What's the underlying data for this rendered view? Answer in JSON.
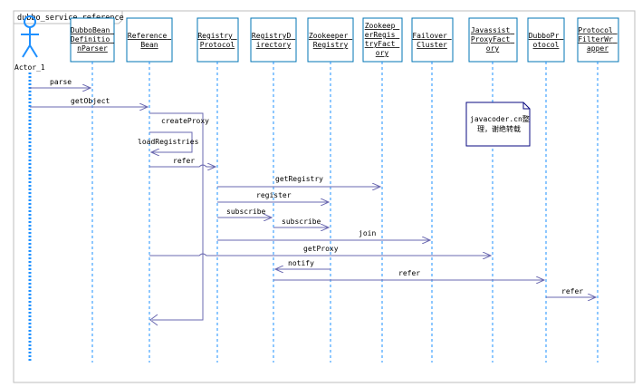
{
  "diagram": {
    "title": "dubbo_service_reference",
    "actor": {
      "label": "Actor_1"
    },
    "lifelines": [
      {
        "id": "parser",
        "lines": [
          "DubboBean",
          "Definitio",
          "nParser"
        ]
      },
      {
        "id": "refbean",
        "lines": [
          "Reference",
          "Bean"
        ]
      },
      {
        "id": "regproto",
        "lines": [
          "Registry",
          "Protocol"
        ]
      },
      {
        "id": "regdir",
        "lines": [
          "RegistryD",
          "irectory"
        ]
      },
      {
        "id": "zkreg",
        "lines": [
          "Zookeeper",
          "Registry"
        ]
      },
      {
        "id": "zkfactory",
        "lines": [
          "Zookeep",
          "erRegis",
          "tryFact",
          "ory"
        ]
      },
      {
        "id": "failover",
        "lines": [
          "Failover",
          "Cluster"
        ]
      },
      {
        "id": "jsproxy",
        "lines": [
          "Javassist",
          "ProxyFact",
          "ory"
        ]
      },
      {
        "id": "dubboproto",
        "lines": [
          "DubboPr",
          "otocol"
        ]
      },
      {
        "id": "filterwrap",
        "lines": [
          "Protocol",
          "FilterWr",
          "apper"
        ]
      }
    ],
    "messages": [
      {
        "label": "parse"
      },
      {
        "label": "getObject"
      },
      {
        "label": "createProxy"
      },
      {
        "label": "loadRegistries"
      },
      {
        "label": "refer"
      },
      {
        "label": "getRegistry"
      },
      {
        "label": "register"
      },
      {
        "label": "subscribe"
      },
      {
        "label": "subscribe"
      },
      {
        "label": "join"
      },
      {
        "label": "getProxy"
      },
      {
        "label": "notify"
      },
      {
        "label": "refer"
      },
      {
        "label": "refer"
      }
    ],
    "note": {
      "lines": [
        "javacoder.cn整",
        "理，谢绝转载"
      ]
    }
  }
}
